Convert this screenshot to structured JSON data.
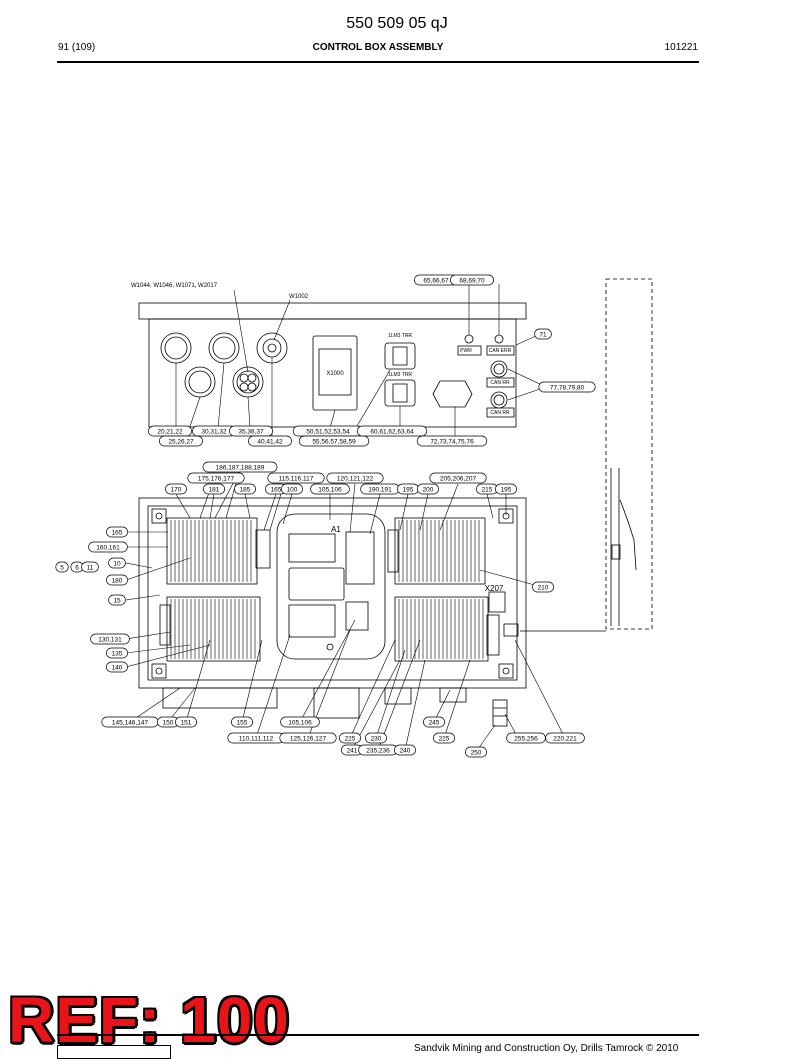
{
  "header": {
    "doc_number": "550 509 05 qJ",
    "page": "91 (109)",
    "title": "CONTROL BOX ASSEMBLY",
    "date": "101221"
  },
  "drawing": {
    "wire_labels": [
      "W1044, W1046, W1071, W2017",
      "W1002"
    ],
    "indicator_labels": [
      "PWR",
      "CAN ERR",
      "CAN RR",
      "CAN RR"
    ],
    "connector_labels": [
      "X1000",
      "1LM3 TRR",
      "1LM3 TRR"
    ],
    "board_labels": [
      "A1",
      "X207"
    ],
    "callouts_top": [
      "65,66,67",
      "68,69,70",
      "71",
      "77,78,79,80",
      "20,21,22",
      "30,31,32",
      "35,36,37",
      "25,26,27",
      "40,41,42",
      "50,51,52,53,54",
      "55,56,57,58,59",
      "60,61,62,63,64",
      "72,73,74,75,76"
    ],
    "callouts_bottom": [
      "186,187,188,189",
      "175,176,177",
      "115,116,117",
      "120,121,122",
      "205,206,207",
      "170",
      "181",
      "185",
      "165",
      "100",
      "105,106",
      "190,191",
      "195",
      "200",
      "215",
      "195",
      "165",
      "160,161",
      "10",
      "5",
      "6",
      "11",
      "180",
      "15",
      "210",
      "130,131",
      "135",
      "140",
      "145,146,147",
      "150",
      "151",
      "155",
      "105,106",
      "110,111,112",
      "125,126,127",
      "225",
      "241",
      "230",
      "235,236",
      "240",
      "245",
      "225",
      "250",
      "255,256",
      "220,221"
    ]
  },
  "watermark": {
    "text": "REF: 100"
  },
  "footer": {
    "text": "Sandvik Mining and Construction Oy, Drills Tamrock © 2010"
  },
  "colors": {
    "watermark": "#e8141a",
    "line": "#000000"
  }
}
